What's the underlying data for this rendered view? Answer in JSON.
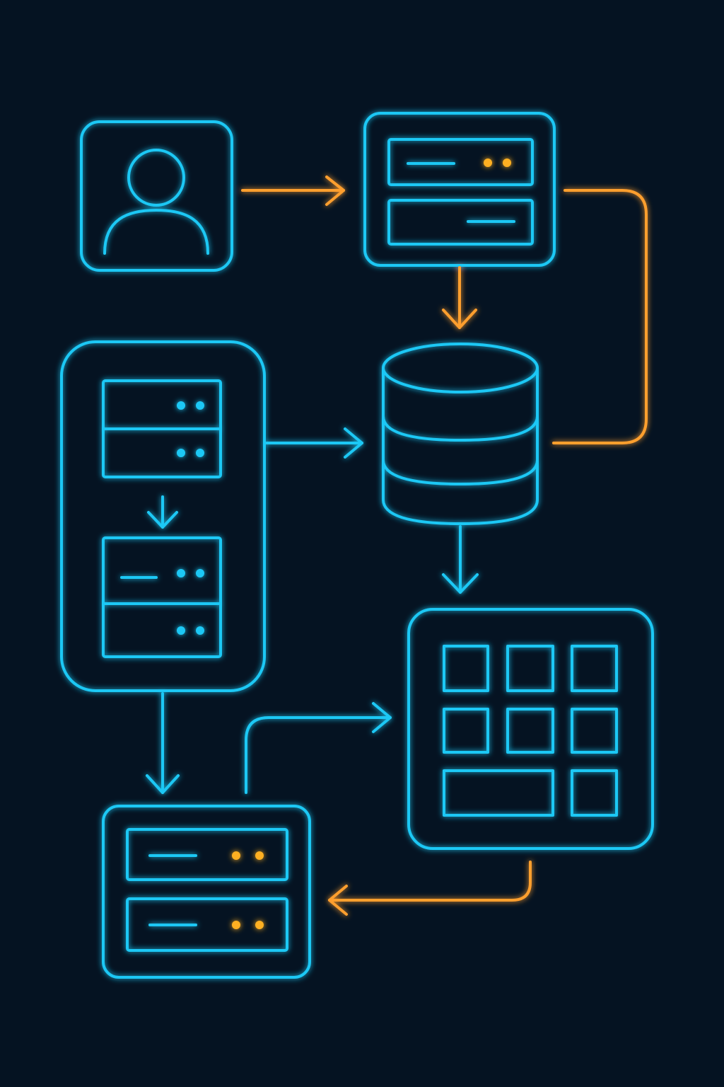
{
  "colors": {
    "background": "#051322",
    "primary_line": "#1ec8f5",
    "accent_line": "#ff9f2e",
    "accent_dot": "#ffb020"
  },
  "nodes": [
    {
      "id": "user",
      "icon": "user-avatar-icon"
    },
    {
      "id": "web-server",
      "icon": "server-rack-icon"
    },
    {
      "id": "database",
      "icon": "database-cylinder-icon"
    },
    {
      "id": "server-cluster",
      "icon": "server-stack-icon"
    },
    {
      "id": "dashboard",
      "icon": "grid-dashboard-icon"
    },
    {
      "id": "backup-server",
      "icon": "server-rack-icon"
    }
  ],
  "connections": [
    {
      "from": "user",
      "to": "web-server",
      "color": "accent"
    },
    {
      "from": "web-server",
      "to": "database",
      "color": "accent"
    },
    {
      "from": "web-server",
      "to": "database",
      "color": "accent",
      "style": "loop-right"
    },
    {
      "from": "server-cluster",
      "to": "database",
      "color": "primary"
    },
    {
      "from": "database",
      "to": "dashboard",
      "color": "primary"
    },
    {
      "from": "server-cluster",
      "to": "backup-server",
      "color": "primary"
    },
    {
      "from": "backup-server",
      "to": "dashboard",
      "color": "primary"
    },
    {
      "from": "dashboard",
      "to": "backup-server",
      "color": "accent"
    }
  ]
}
